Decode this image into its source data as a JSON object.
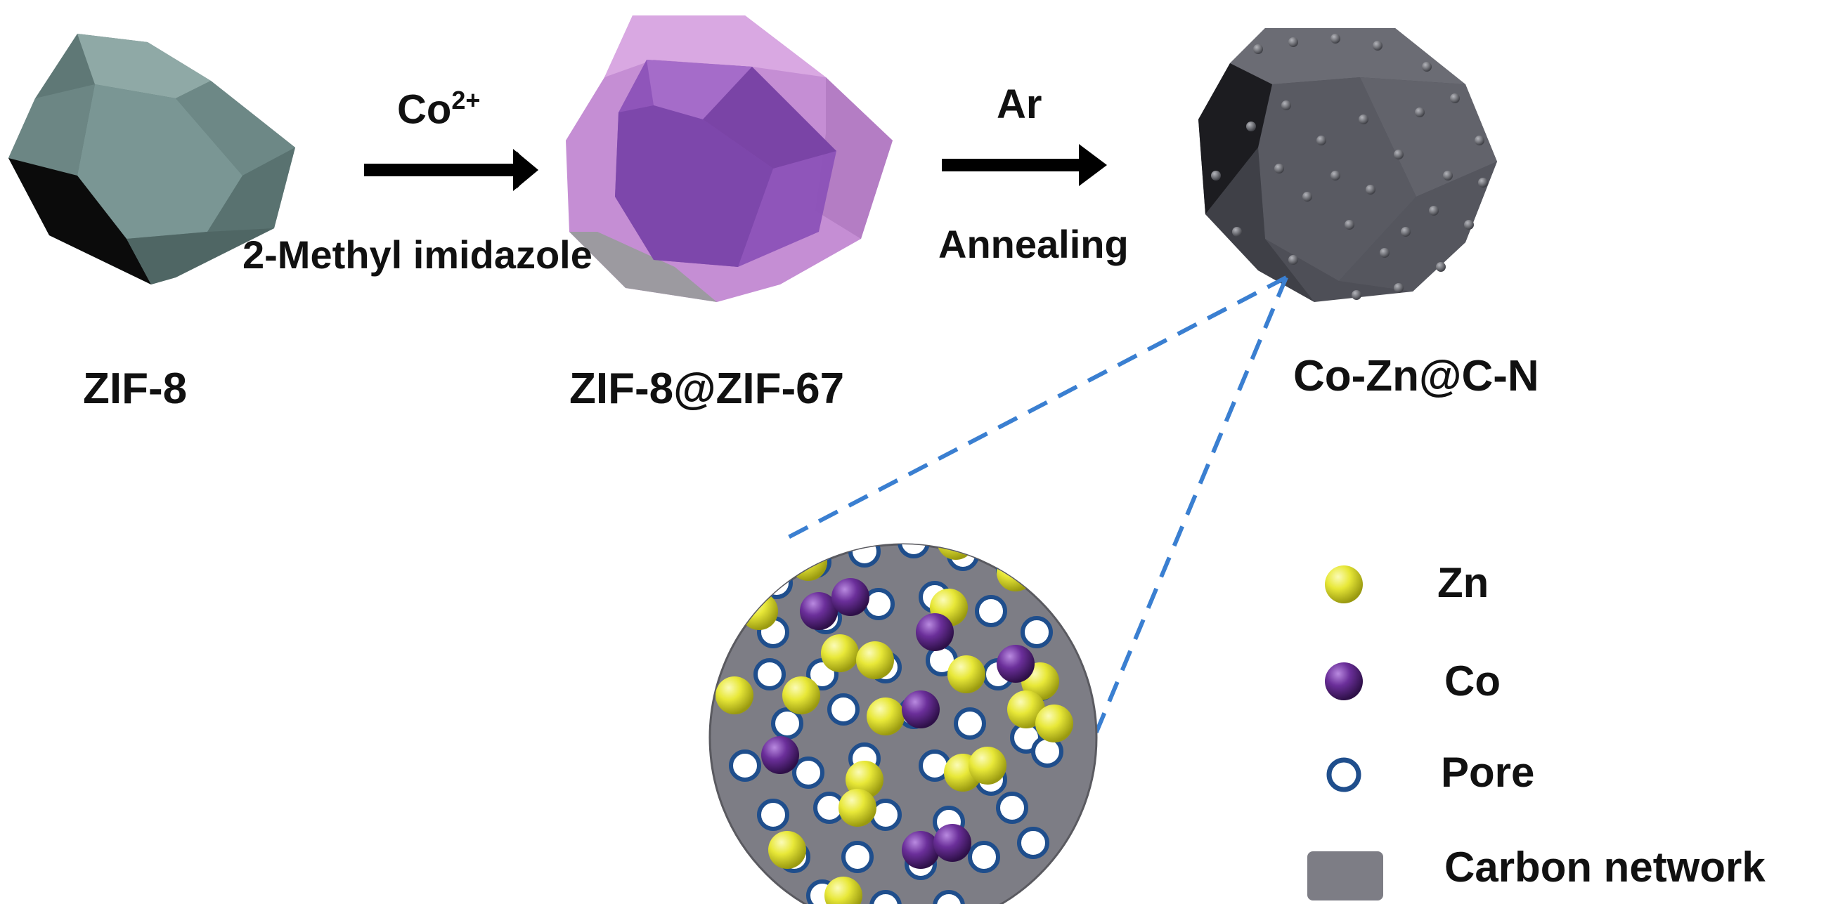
{
  "stages": [
    {
      "id": "zif8",
      "label": "ZIF-8"
    },
    {
      "id": "core_shell",
      "label": "ZIF-8@ZIF-67"
    },
    {
      "id": "product",
      "label": "Co-Zn@C-N"
    }
  ],
  "steps": [
    {
      "above_base": "Co",
      "above_sup": "2+",
      "below": "2-Methyl imidazole"
    },
    {
      "above_base": "Ar",
      "above_sup": "",
      "below": "Annealing"
    }
  ],
  "legend": [
    {
      "key": "zn",
      "label": "Zn",
      "color": "#e6e633"
    },
    {
      "key": "co",
      "label": "Co",
      "color": "#6b2f9a"
    },
    {
      "key": "pore",
      "label": "Pore",
      "color": "#ffffff",
      "stroke": "#1f4e8c"
    },
    {
      "key": "carbon",
      "label": "Carbon network",
      "color": "#7d7d85"
    }
  ],
  "colors": {
    "zif8": "#6f8c8a",
    "zif67_shell": "#c98fd6",
    "zif67_core": "#8a52b8",
    "carbon": "#4a4b52",
    "zoom_line": "#3a7fd1",
    "arrow": "#000000"
  }
}
